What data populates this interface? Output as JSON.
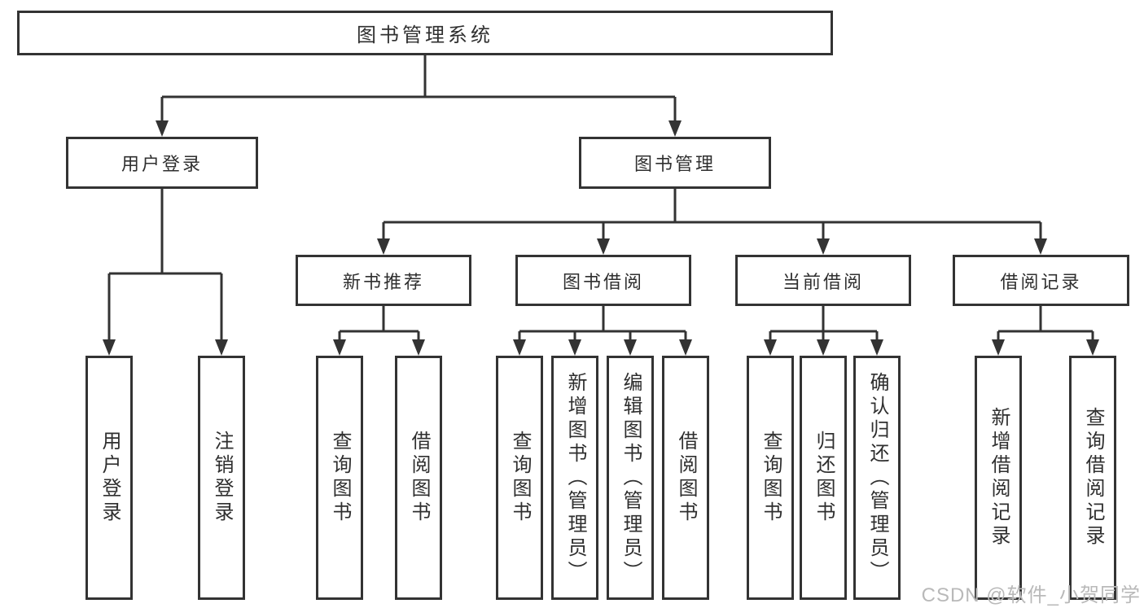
{
  "diagram": {
    "root": {
      "label": "图书管理系统"
    },
    "branches": [
      {
        "label": "用户登录",
        "children": [
          {
            "label": "用户登录"
          },
          {
            "label": "注销登录"
          }
        ]
      },
      {
        "label": "图书管理",
        "children": [
          {
            "label": "新书推荐",
            "children": [
              {
                "label": "查询图书"
              },
              {
                "label": "借阅图书"
              }
            ]
          },
          {
            "label": "图书借阅",
            "children": [
              {
                "label": "查询图书"
              },
              {
                "label": "新增图书（管理员）"
              },
              {
                "label": "编辑图书（管理员）"
              },
              {
                "label": "借阅图书"
              }
            ]
          },
          {
            "label": "当前借阅",
            "children": [
              {
                "label": "查询图书"
              },
              {
                "label": "归还图书"
              },
              {
                "label": "确认归还（管理员）"
              }
            ]
          },
          {
            "label": "借阅记录",
            "children": [
              {
                "label": "新增借阅记录"
              },
              {
                "label": "查询借阅记录"
              }
            ]
          }
        ]
      }
    ]
  },
  "watermark": {
    "text": "CSDN @软件_小贺同学"
  },
  "theme": {
    "line-color": "#333333",
    "text-color": "#2f2f2f",
    "box-bg": "#ffffff",
    "page-bg": "#ffffff",
    "watermark-color": "#b9b9b9"
  }
}
